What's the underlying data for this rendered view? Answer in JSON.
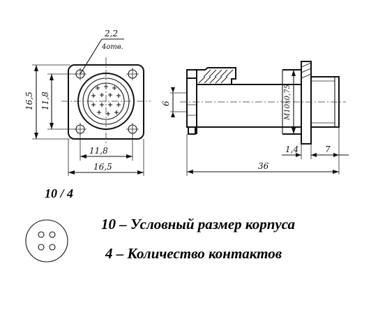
{
  "front_view": {
    "hole_dia": "2,2",
    "hole_count": "4отв.",
    "height_outer": "16,5",
    "height_inner": "11,8",
    "width_inner": "11,8",
    "width_outer": "16,5"
  },
  "side_view": {
    "stem": "6",
    "thread": "M10х0,75",
    "flange": "1,4",
    "tail": "7",
    "length": "36"
  },
  "designation": "10 / 4",
  "legend": {
    "line1": "10 – Условный размер корпуса",
    "line2": "4 –  Количество контактов"
  }
}
